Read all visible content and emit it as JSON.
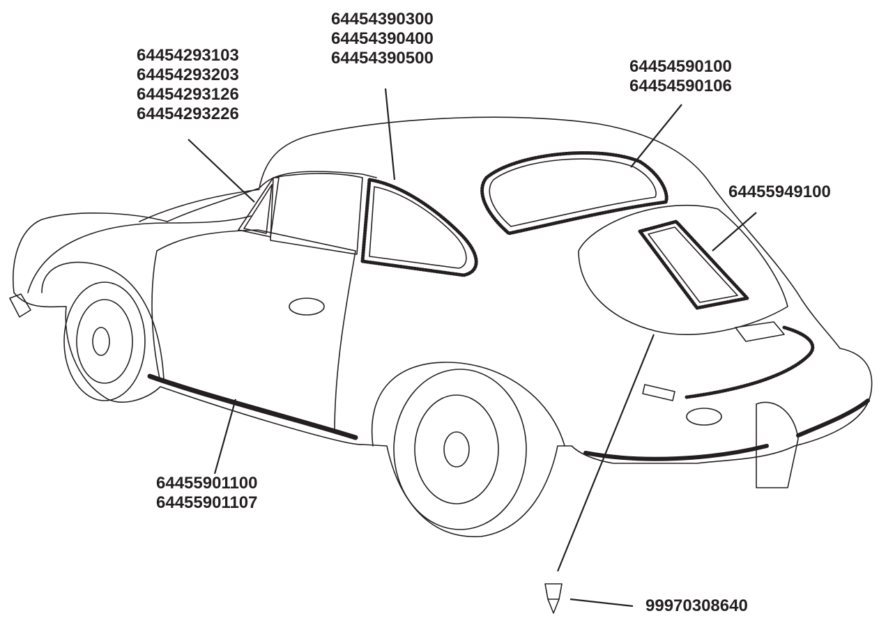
{
  "diagram": {
    "callouts": [
      {
        "id": "quarter-window-seals",
        "part_numbers": [
          "64454293103",
          "64454293203",
          "64454293126",
          "64454293226"
        ]
      },
      {
        "id": "rear-side-window-seals",
        "part_numbers": [
          "64454390300",
          "64454390400",
          "64454390500"
        ]
      },
      {
        "id": "rear-window-seals",
        "part_numbers": [
          "64454590100",
          "64454590106"
        ]
      },
      {
        "id": "engine-grille-seal",
        "part_numbers": [
          "64455949100"
        ]
      },
      {
        "id": "rocker-panel-seals",
        "part_numbers": [
          "64455901100",
          "64455901107"
        ]
      },
      {
        "id": "rubber-plug",
        "part_numbers": [
          "99970308640"
        ]
      }
    ]
  }
}
